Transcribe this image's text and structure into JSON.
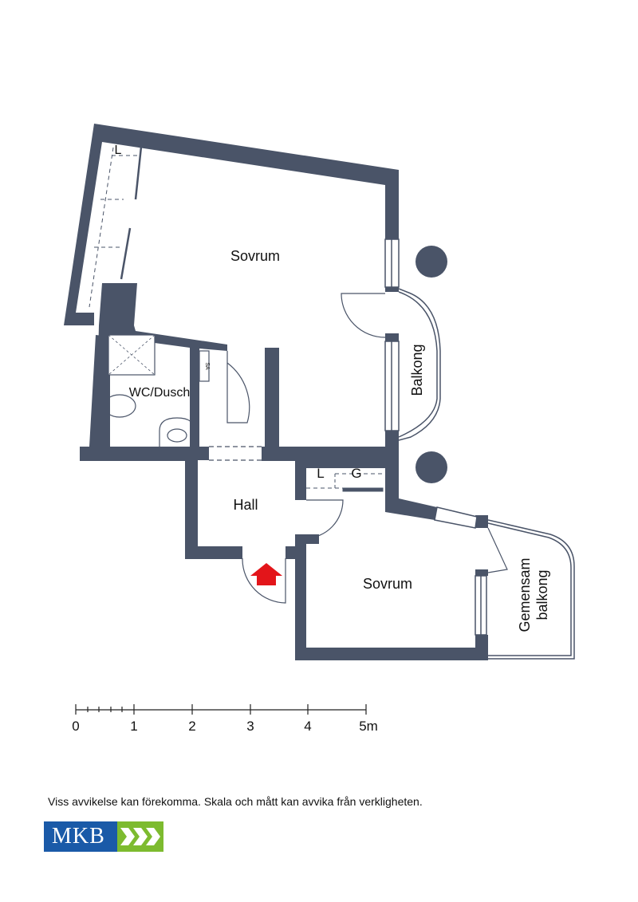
{
  "rooms": {
    "sovrum_large": "Sovrum",
    "wc": "WC/Dusch",
    "hall": "Hall",
    "sovrum_small": "Sovrum",
    "balkong": "Balkong",
    "gemensam_line1": "Gemensam",
    "gemensam_line2": "balkong"
  },
  "closets": {
    "l_top": "L",
    "l_mid": "L",
    "g_mid": "G",
    "sa": "SA"
  },
  "scale": {
    "ticks": [
      "0",
      "1",
      "2",
      "3",
      "4",
      "5m"
    ]
  },
  "disclaimer": "Viss avvikelse kan förekomma. Skala och mått kan avvika från verkligheten.",
  "logo": {
    "text": "MKB"
  },
  "colors": {
    "wall": "#4a5468",
    "entry_arrow": "#e3151a",
    "logo_blue": "#1a5aa8",
    "logo_green": "#7dbb2f"
  }
}
